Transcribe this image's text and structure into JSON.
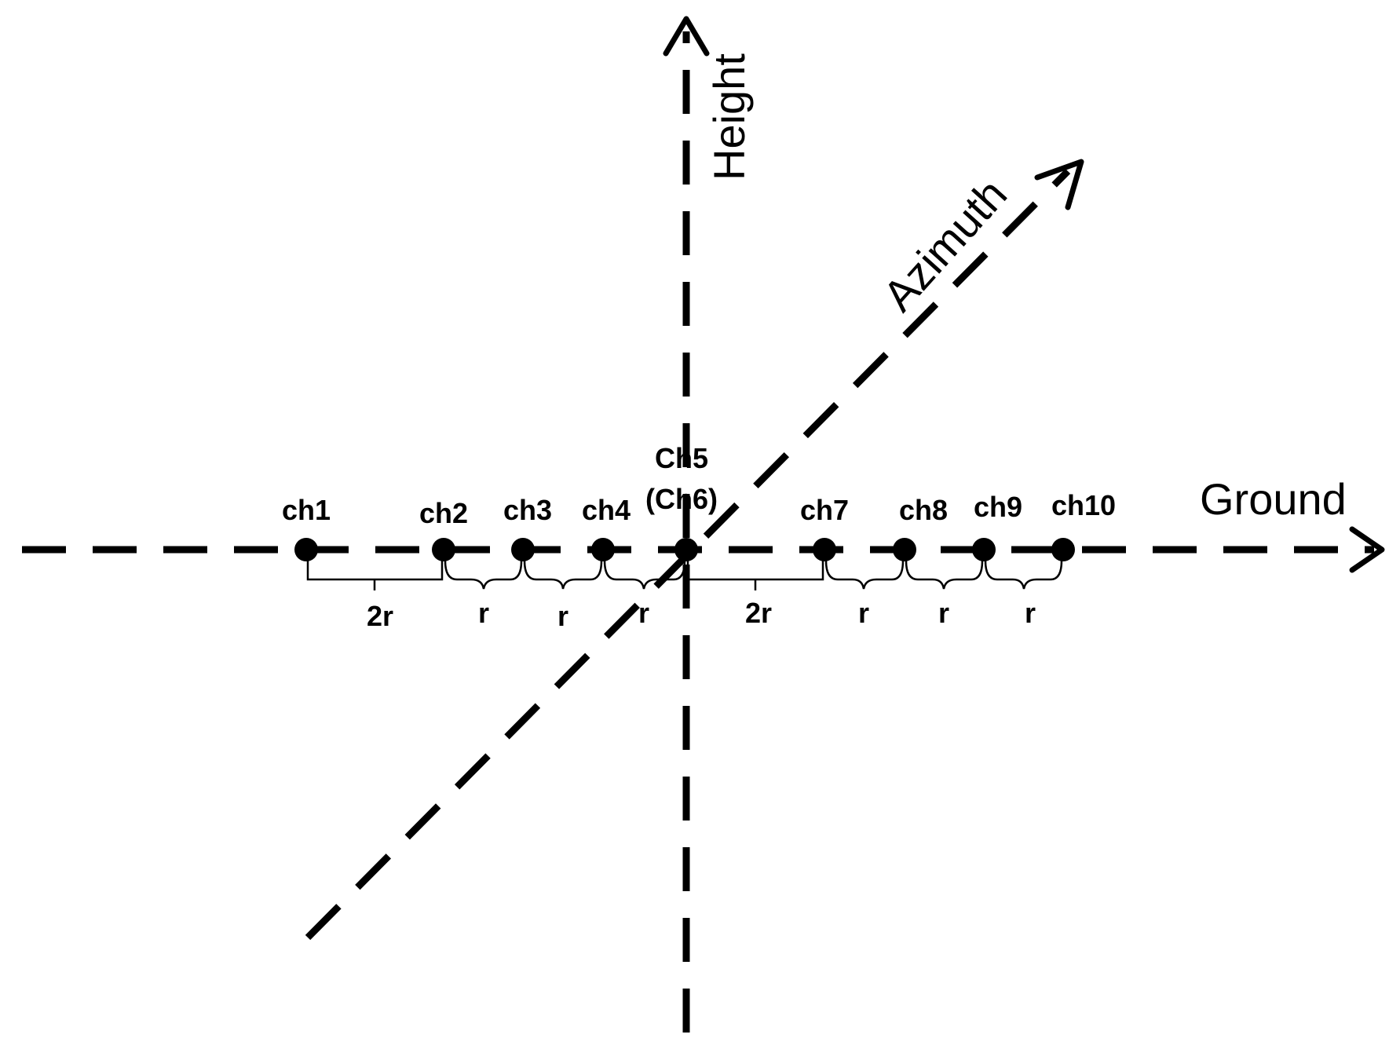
{
  "axes": {
    "height_label": "Height",
    "azimuth_label": "Azimuth",
    "ground_label": "Ground"
  },
  "channels": [
    {
      "label": "ch1"
    },
    {
      "label": "ch2"
    },
    {
      "label": "ch3"
    },
    {
      "label": "ch4"
    },
    {
      "label": "Ch5",
      "label_secondary": "(Ch6)"
    },
    {
      "label": "ch7"
    },
    {
      "label": "ch8"
    },
    {
      "label": "ch9"
    },
    {
      "label": "ch10"
    }
  ],
  "spacings": [
    {
      "label": "2r"
    },
    {
      "label": "r"
    },
    {
      "label": "r"
    },
    {
      "label": "r"
    },
    {
      "label": "2r"
    },
    {
      "label": "r"
    },
    {
      "label": "r"
    },
    {
      "label": "r"
    }
  ],
  "colors": {
    "stroke": "#000000",
    "background": "#ffffff"
  }
}
